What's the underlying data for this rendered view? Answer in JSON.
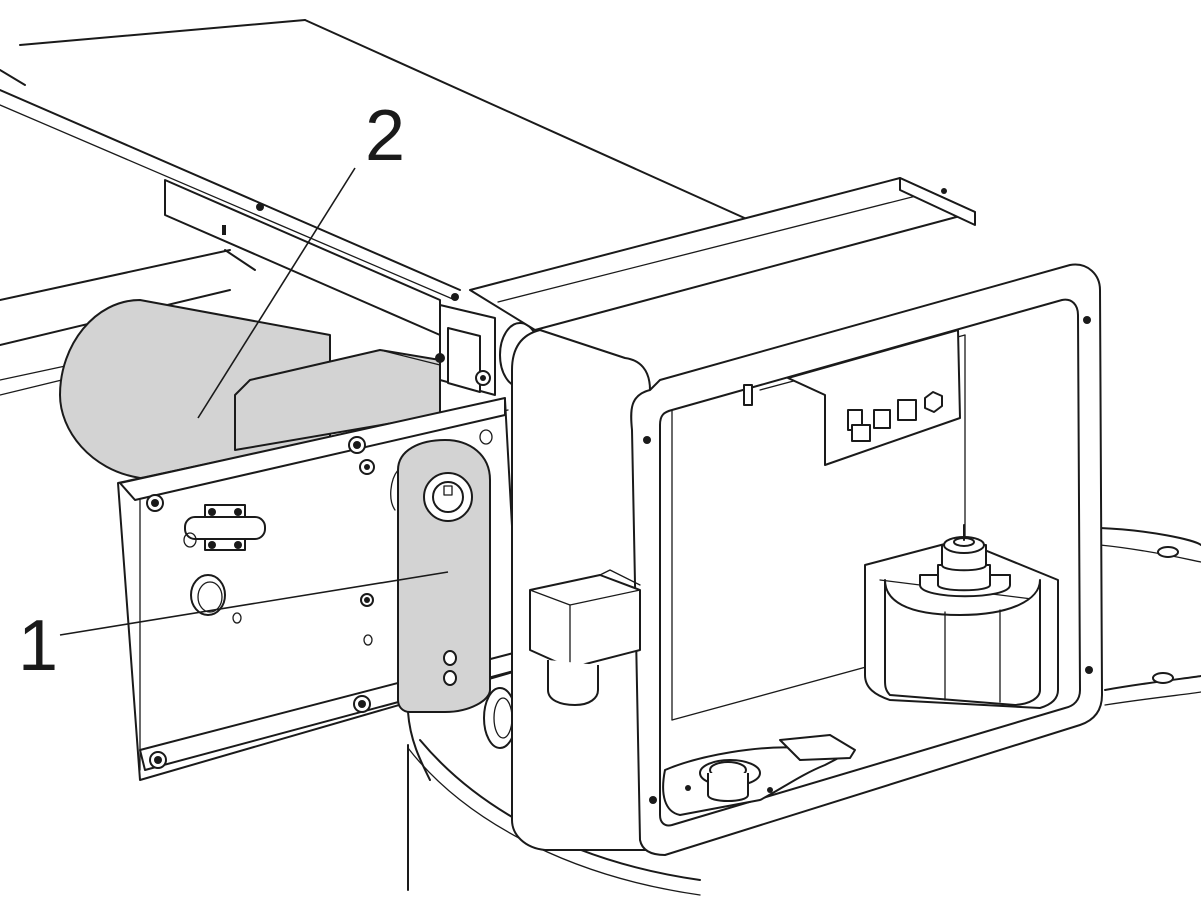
{
  "callouts": [
    {
      "label": "1",
      "part": "tensioner-arm"
    },
    {
      "label": "2",
      "part": "motor"
    }
  ],
  "colors": {
    "line": "#1a1a1a",
    "highlight_fill": "#d3d3d3",
    "background": "#ffffff"
  }
}
